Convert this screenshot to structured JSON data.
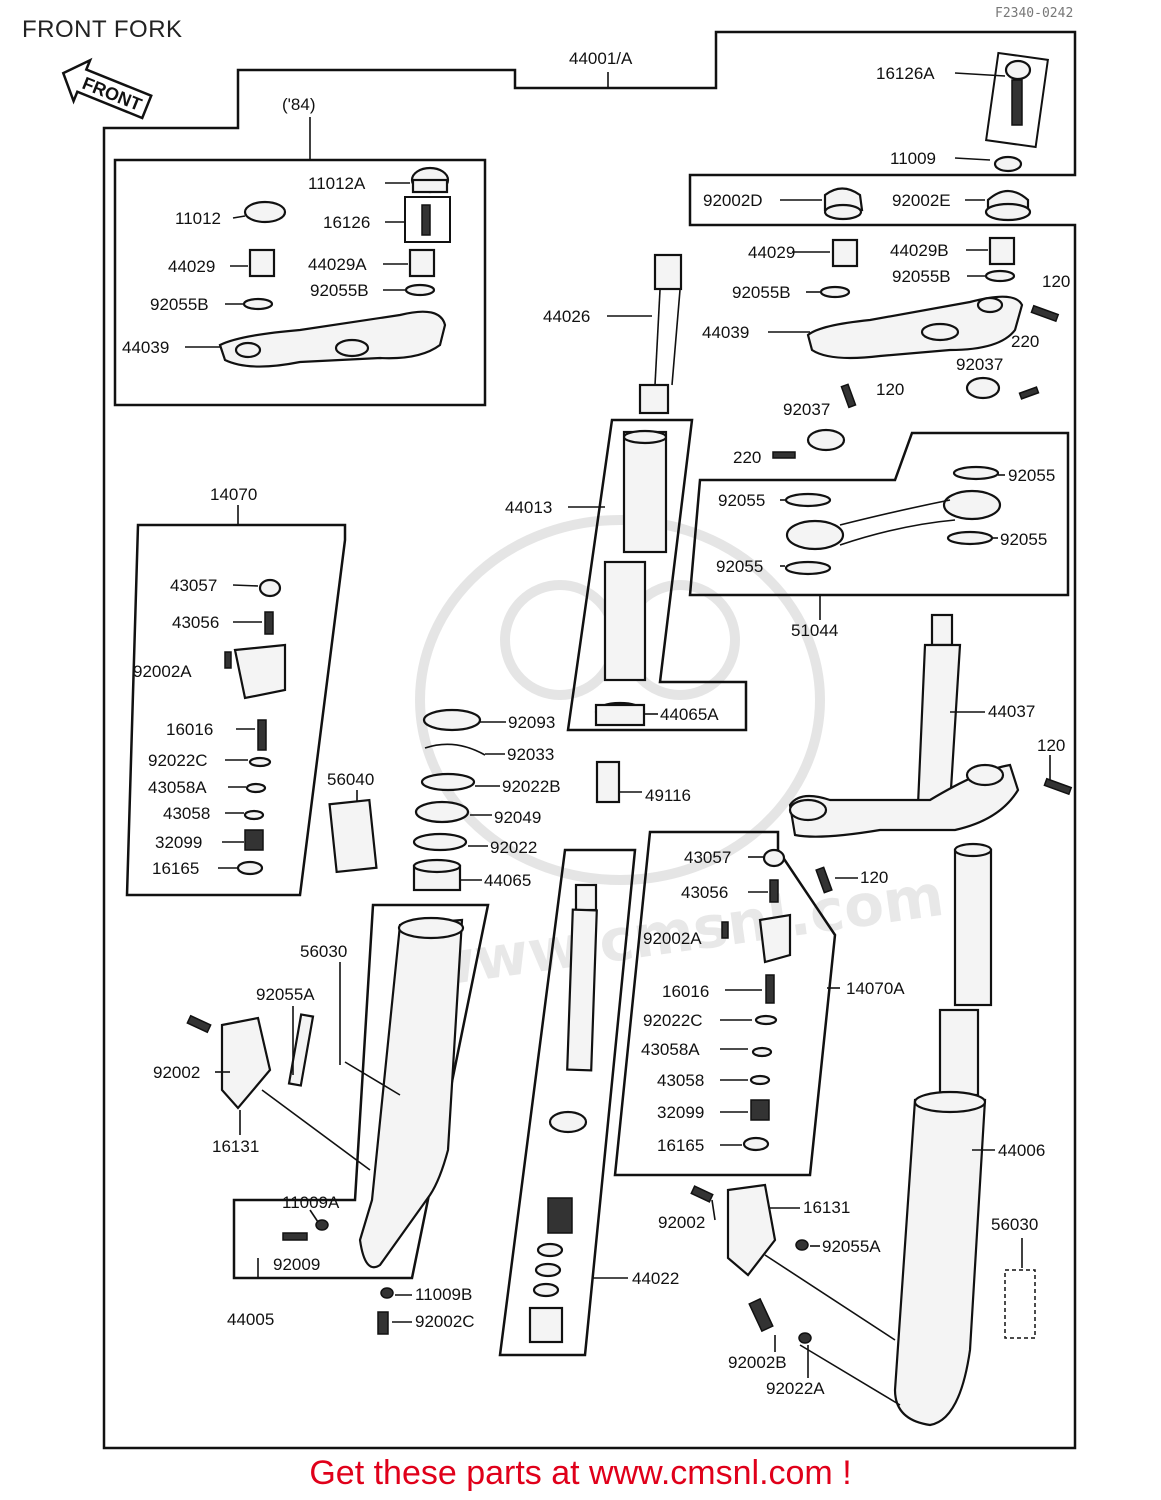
{
  "header": {
    "title": "FRONT FORK",
    "ref_code": "F2340-0242"
  },
  "front_arrow": "FRONT",
  "watermark": "www.cmsnl.com",
  "labels": {
    "p44001A": "44001/A",
    "p84": "('84)",
    "p16126A": "16126A",
    "p11009": "11009",
    "p92002D": "92002D",
    "p92002E": "92002E",
    "p11012A": "11012A",
    "p11012": "11012",
    "p16126": "16126",
    "p44029_l": "44029",
    "p44029A": "44029A",
    "p92055B_l1": "92055B",
    "p92055B_l2": "92055B",
    "p44039_l": "44039",
    "p44026": "44026",
    "p44029_r": "44029",
    "p44029B": "44029B",
    "p92055B_r1": "92055B",
    "p92055B_r2": "92055B",
    "p120_a": "120",
    "p44039_r": "44039",
    "p220_a": "220",
    "p92037_a": "92037",
    "p120_b": "120",
    "p92037_b": "92037",
    "p220_b": "220",
    "p44013": "44013",
    "p14070": "14070",
    "p92055_a": "92055",
    "p92055_b": "92055",
    "p92055_c": "92055",
    "p92055_d": "92055",
    "p51044": "51044",
    "p43057_l": "43057",
    "p43056_l": "43056",
    "p92002A_l": "92002A",
    "p16016_l": "16016",
    "p92022C_l": "92022C",
    "p43058A_l": "43058A",
    "p43058_l": "43058",
    "p32099_l": "32099",
    "p16165_l": "16165",
    "p44065A": "44065A",
    "p92093": "92093",
    "p92033": "92033",
    "p92022B": "92022B",
    "p49116": "49116",
    "p92049": "92049",
    "p92022": "92022",
    "p44065": "44065",
    "p56040": "56040",
    "p44037": "44037",
    "p120_c": "120",
    "p120_d": "120",
    "p43057_r": "43057",
    "p43056_r": "43056",
    "p92002A_r": "92002A",
    "p14070A": "14070A",
    "p16016_r": "16016",
    "p92022C_r": "92022C",
    "p43058A_r": "43058A",
    "p43058_r": "43058",
    "p32099_r": "32099",
    "p16165_r": "16165",
    "p56030_l": "56030",
    "p92055A_l": "92055A",
    "p92002_l": "92002",
    "p16131_l": "16131",
    "p11009A": "11009A",
    "p92009": "92009",
    "p44005": "44005",
    "p11009B": "11009B",
    "p92002C": "92002C",
    "p44022": "44022",
    "p44006": "44006",
    "p16131_r": "16131",
    "p92002_r": "92002",
    "p92055A_r": "92055A",
    "p56030_r": "56030",
    "p92002B": "92002B",
    "p92022A": "92022A"
  },
  "footer": {
    "text": "Get these parts at www.cmsnl.com !"
  }
}
